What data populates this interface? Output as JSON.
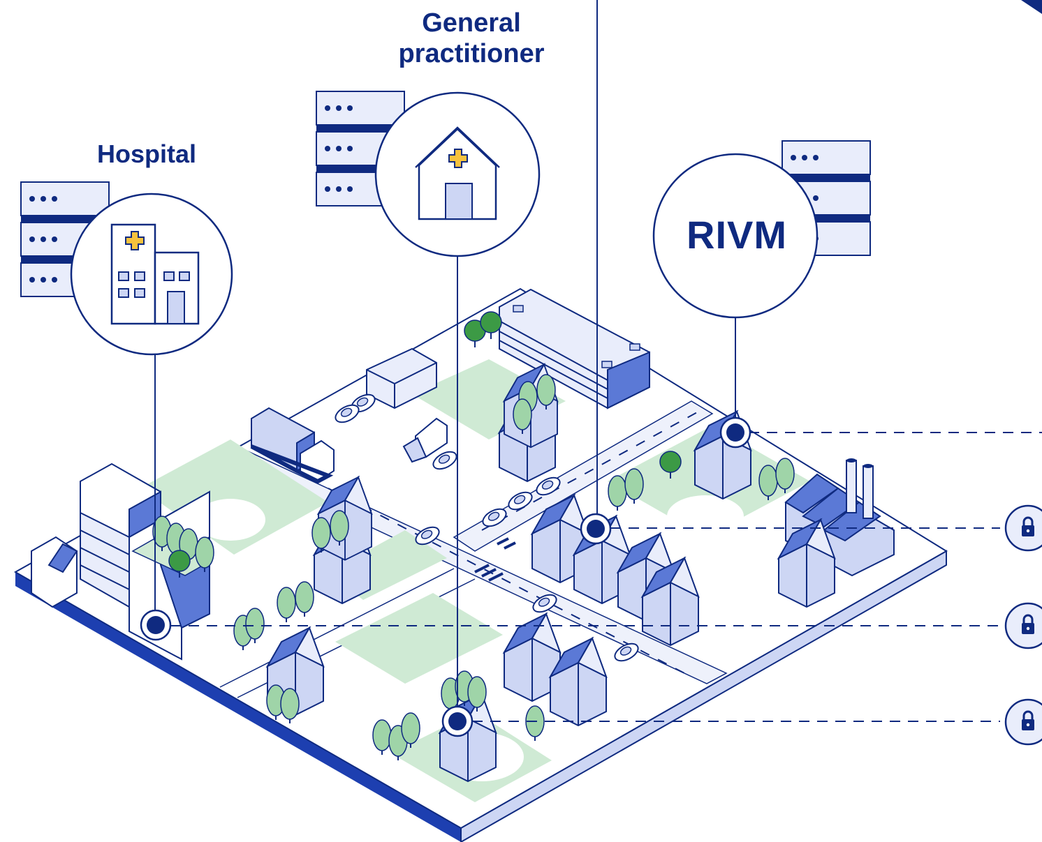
{
  "labels": {
    "hospital": "Hospital",
    "general_practitioner": "General\npractitioner",
    "rivm": "RIVM"
  },
  "icons": {
    "hospital_node": "hospital-building-icon",
    "gp_node": "clinic-house-icon",
    "server": "server-rack-icon",
    "lock": "padlock-icon",
    "location": "location-pin-icon"
  },
  "colors": {
    "navy": "#0f2a80",
    "blue": "#5b79d6",
    "light_blue": "#cdd6f4",
    "pale_blue": "#e9edfb",
    "green": "#bfe3c6",
    "tree_green": "#9fd4a8",
    "dark_green": "#3c9a45",
    "yellow": "#f6c23e",
    "road": "#eef1fb"
  }
}
